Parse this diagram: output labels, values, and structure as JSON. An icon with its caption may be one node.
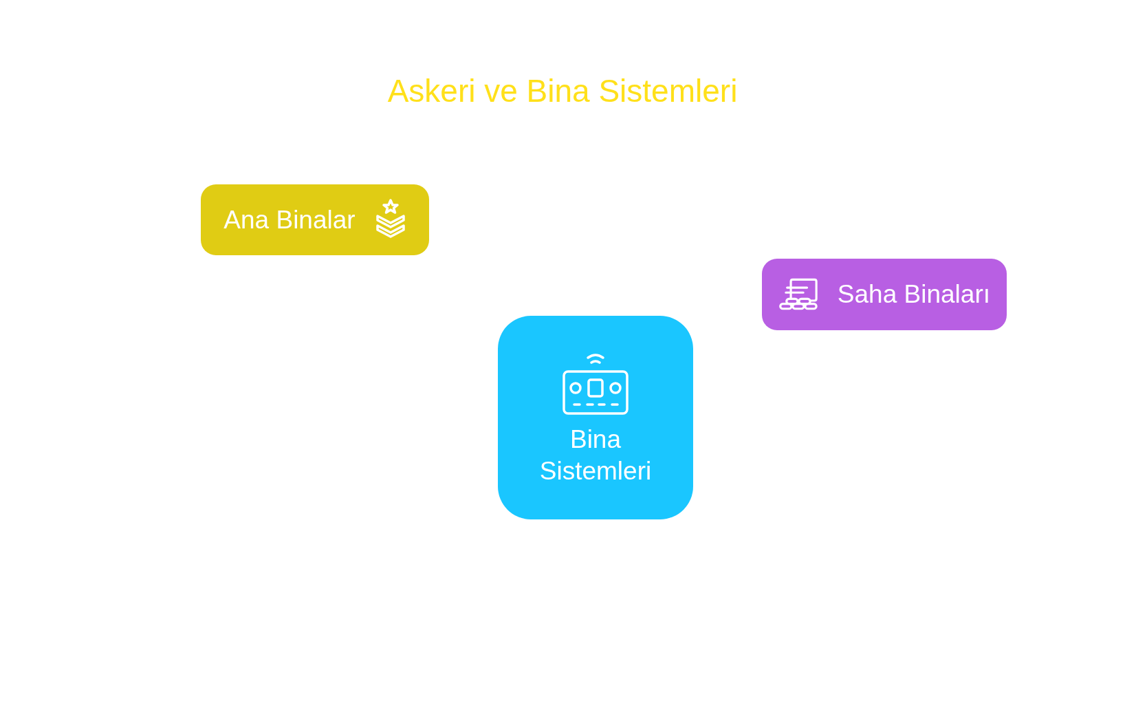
{
  "diagram": {
    "title": "Askeri ve Bina Sistemleri",
    "nodes": [
      {
        "text": [
          "Ana Binalar"
        ]
      },
      {
        "text": [
          "Saha Binaları"
        ]
      },
      {
        "text": [
          "Bina Sistemleri"
        ]
      }
    ]
  }
}
